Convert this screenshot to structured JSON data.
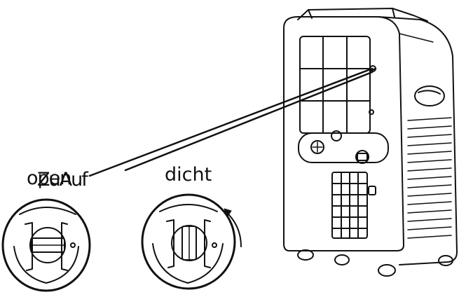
{
  "labels": {
    "open": "open",
    "zuauf": "ZuAuf",
    "dicht": "dicht"
  },
  "colors": {
    "ink": "#111111",
    "background": "#ffffff"
  }
}
